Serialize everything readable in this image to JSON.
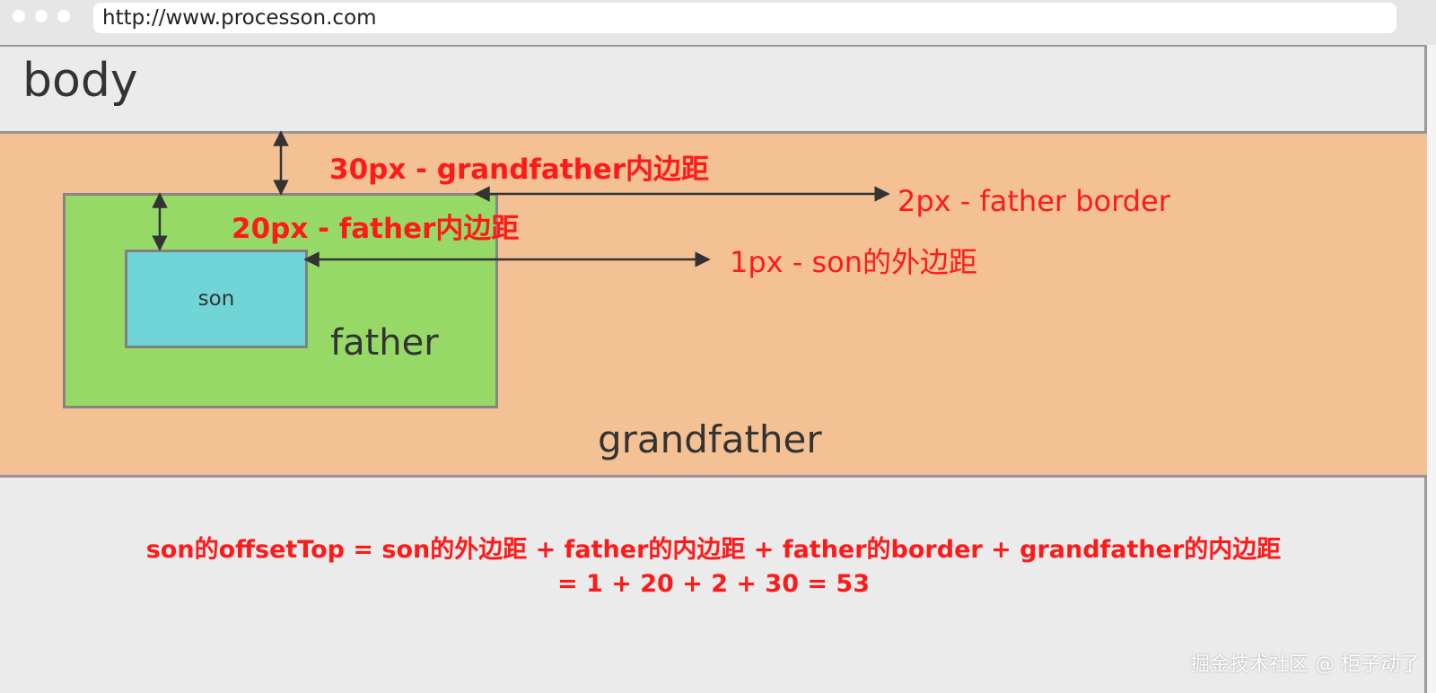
{
  "browser": {
    "url": "http://www.processon.com"
  },
  "diagram": {
    "body_label": "body",
    "grandfather_label": "grandfather",
    "father_label": "father",
    "son_label": "son",
    "annotations": {
      "grandfather_padding": "30px - grandfather内边距",
      "father_padding": "20px - father内边距",
      "father_border": "2px - father border",
      "son_margin": "1px - son的外边距"
    },
    "formula": {
      "line1": "son的offsetTop = son的外边距 + father的内边距 + father的border + grandfather的内边距",
      "line2": "= 1 + 20 + 2 + 30 = 53"
    },
    "colors": {
      "body_bg": "#ebebeb",
      "grandfather_bg": "#f3c193",
      "father_bg": "#97d966",
      "son_bg": "#71d4d6",
      "annotation": "#ff1a1a"
    }
  },
  "watermark": "掘金技术社区 @ 柜子动了"
}
